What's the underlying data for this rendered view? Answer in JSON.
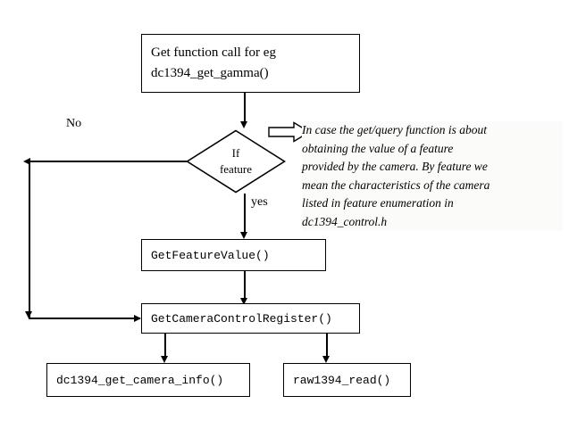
{
  "diagram": {
    "title": "libdc1394 get/query function call flow",
    "background_color": "#ffffff",
    "line_color": "#000000"
  },
  "nodes": {
    "start": {
      "name": "get-function-call",
      "shape": "process",
      "lines": [
        "Get function call for eg",
        "dc1394_get_gamma()"
      ]
    },
    "decision": {
      "name": "if-feature",
      "shape": "decision",
      "line1": "If",
      "line2": "feature"
    },
    "get_feature_value": {
      "name": "get-feature-value",
      "shape": "process",
      "label": "GetFeatureValue()"
    },
    "get_camera_control_register": {
      "name": "get-camera-control-register",
      "shape": "process",
      "label": "GetCameraControlRegister()"
    },
    "camera_info": {
      "name": "dc1394-get-camera-info",
      "shape": "process",
      "label": "dc1394_get_camera_info()"
    },
    "raw_read": {
      "name": "raw1394-read",
      "shape": "process",
      "label": "raw1394_read()"
    }
  },
  "edge_labels": {
    "no": "No",
    "yes": "yes"
  },
  "annotation": {
    "icon": "block-arrow-right-icon",
    "lines": [
      "In case the get/query function is about",
      "obtaining the value of a feature",
      "provided by the camera. By feature we",
      "mean the characteristics of the camera",
      "listed in feature enumeration in",
      "dc1394_control.h"
    ]
  }
}
